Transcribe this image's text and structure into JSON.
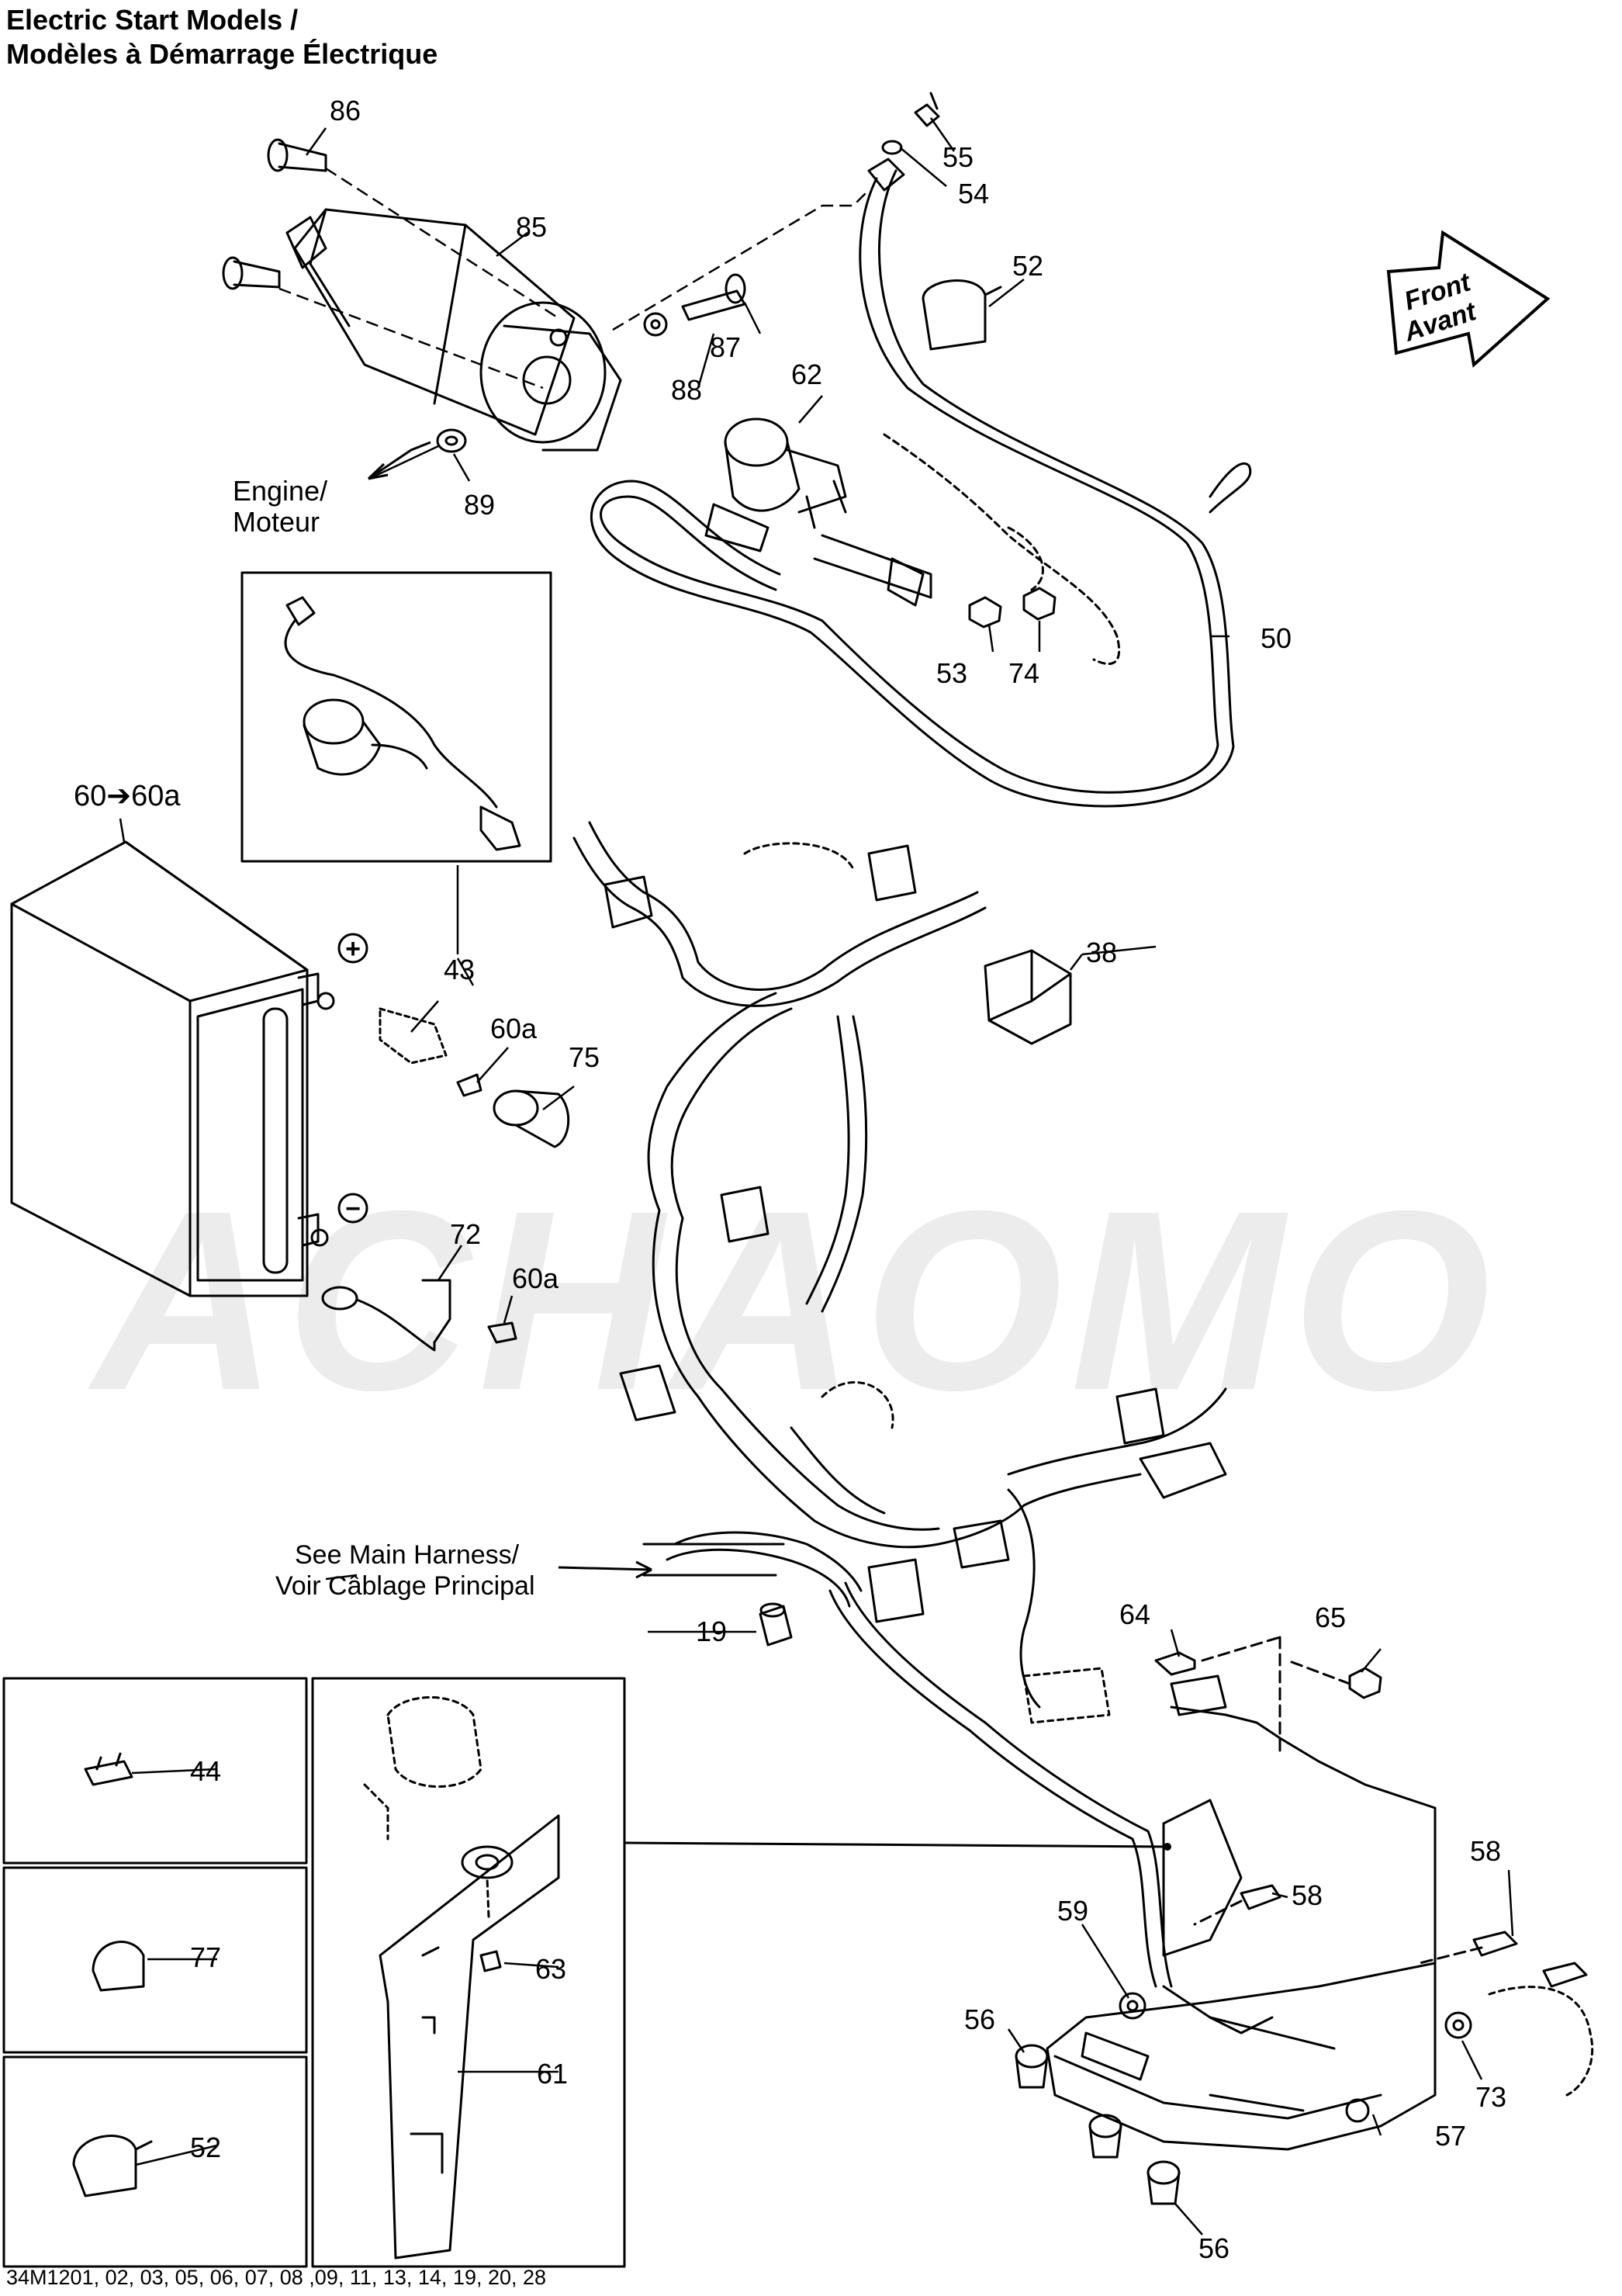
{
  "title": {
    "line1": "Electric Start Models /",
    "line2": "Modèles à Démarrage Électrique"
  },
  "front_arrow": {
    "line1": "Front",
    "line2": "Avant"
  },
  "notes": {
    "engine_line1": "Engine/",
    "engine_line2": "Moteur",
    "harness_line1": "See Main Harness/",
    "harness_line2": "Voir Câblage Principal",
    "battery_ref": "60➔60a"
  },
  "callouts": [
    "86",
    "85",
    "55",
    "54",
    "52",
    "87",
    "88",
    "62",
    "89",
    "50",
    "53",
    "74",
    "43",
    "38",
    "60a",
    "75",
    "72",
    "60a",
    "19",
    "64",
    "65",
    "58",
    "58",
    "59",
    "56",
    "73",
    "57",
    "56",
    "44",
    "77",
    "52",
    "63",
    "61"
  ],
  "polarity": {
    "plus": "+",
    "minus": "−"
  },
  "watermark": "ACHAOMO",
  "footer": "34M1201, 02, 03, 05, 06, 07, 08 ,09, 11, 13, 14, 19, 20, 28"
}
